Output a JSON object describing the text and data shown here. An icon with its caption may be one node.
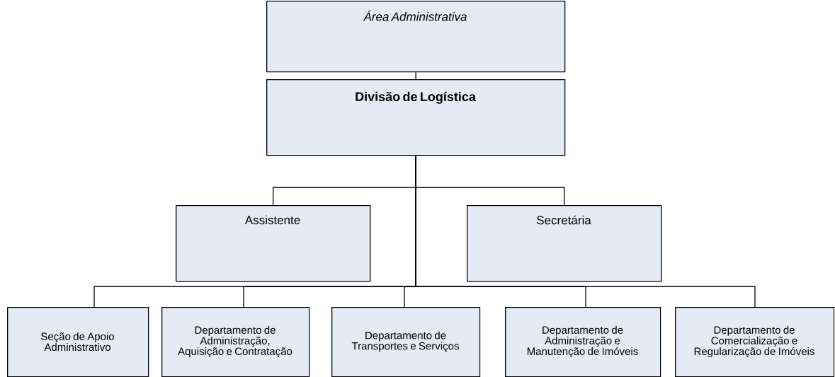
{
  "diagram": {
    "nodes": [
      {
        "text": [
          "Área Administrativa"
        ]
      },
      {
        "text": [
          "Divisão de Logística"
        ]
      },
      {
        "text": [
          "Assistente"
        ]
      },
      {
        "text": [
          "Secretária"
        ]
      },
      {
        "text": [
          "Seção de Apoio Administrativo"
        ]
      },
      {
        "text": [
          "Departamento de Administração, Aquisição e Contratação"
        ]
      },
      {
        "text": [
          "Departamento de Transportes e Serviços"
        ]
      },
      {
        "text": [
          "Departamento de Administração e Manutenção de Imóveis"
        ]
      },
      {
        "text": [
          "Departamento de Comercialização e Regularização de Imóveis"
        ]
      }
    ],
    "edges": [
      {
        "from": 0,
        "to": 1,
        "arrow": "none"
      },
      {
        "from": 1,
        "to": 2,
        "arrow": "none"
      },
      {
        "from": 1,
        "to": 3,
        "arrow": "none"
      },
      {
        "from": 1,
        "to": 4,
        "arrow": "none"
      },
      {
        "from": 1,
        "to": 5,
        "arrow": "none"
      },
      {
        "from": 1,
        "to": 6,
        "arrow": "none"
      },
      {
        "from": 1,
        "to": 7,
        "arrow": "none"
      },
      {
        "from": 1,
        "to": 8,
        "arrow": "none"
      }
    ]
  }
}
